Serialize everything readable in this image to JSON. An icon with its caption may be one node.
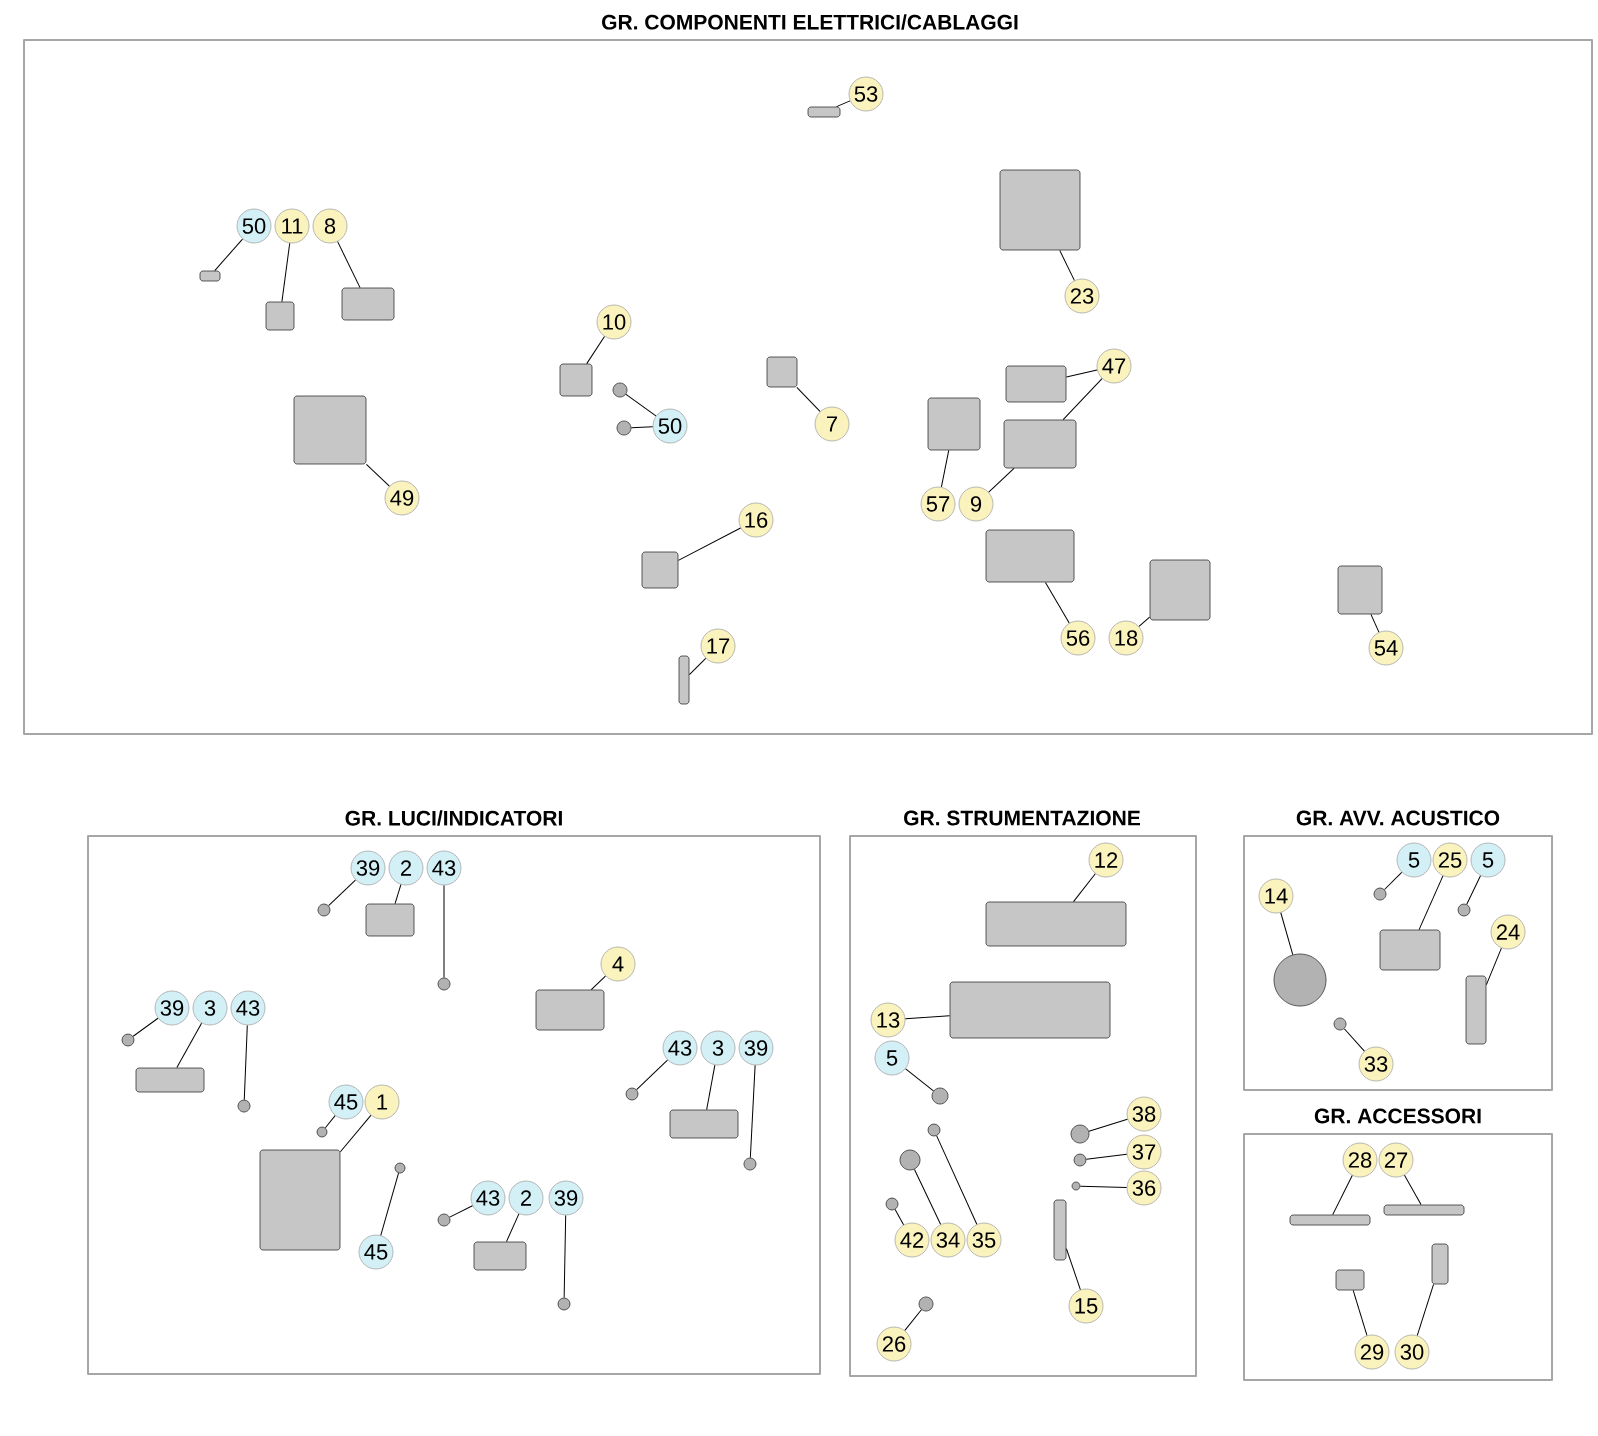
{
  "diagram": {
    "nodes": [
      {
        "text": [
          "GR. COMPONENTI ELETTRICI/CABLAGGI"
        ]
      },
      {
        "text": [
          "50"
        ],
        "in": 0
      },
      {
        "text": [
          "11"
        ],
        "in": 0
      },
      {
        "text": [
          "8"
        ],
        "in": 0
      },
      {
        "text": [
          "10"
        ],
        "in": 0
      },
      {
        "text": [
          "50"
        ],
        "in": 0
      },
      {
        "text": [
          "49"
        ],
        "in": 0
      },
      {
        "text": [
          "16"
        ],
        "in": 0
      },
      {
        "text": [
          "17"
        ],
        "in": 0
      },
      {
        "text": [
          "53"
        ],
        "in": 0
      },
      {
        "text": [
          "23"
        ],
        "in": 0
      },
      {
        "text": [
          "7"
        ],
        "in": 0
      },
      {
        "text": [
          "47"
        ],
        "in": 0
      },
      {
        "text": [
          "57"
        ],
        "in": 0
      },
      {
        "text": [
          "9"
        ],
        "in": 0
      },
      {
        "text": [
          "56"
        ],
        "in": 0
      },
      {
        "text": [
          "18"
        ],
        "in": 0
      },
      {
        "text": [
          "54"
        ],
        "in": 0
      },
      {
        "text": [
          "GR. LUCI/INDICATORI"
        ]
      },
      {
        "text": [
          "39"
        ],
        "in": 18
      },
      {
        "text": [
          "2"
        ],
        "in": 18
      },
      {
        "text": [
          "43"
        ],
        "in": 18
      },
      {
        "text": [
          "4"
        ],
        "in": 18
      },
      {
        "text": [
          "39"
        ],
        "in": 18
      },
      {
        "text": [
          "3"
        ],
        "in": 18
      },
      {
        "text": [
          "43"
        ],
        "in": 18
      },
      {
        "text": [
          "43"
        ],
        "in": 18
      },
      {
        "text": [
          "3"
        ],
        "in": 18
      },
      {
        "text": [
          "39"
        ],
        "in": 18
      },
      {
        "text": [
          "45"
        ],
        "in": 18
      },
      {
        "text": [
          "1"
        ],
        "in": 18
      },
      {
        "text": [
          "43"
        ],
        "in": 18
      },
      {
        "text": [
          "2"
        ],
        "in": 18
      },
      {
        "text": [
          "39"
        ],
        "in": 18
      },
      {
        "text": [
          "45"
        ],
        "in": 18
      },
      {
        "text": [
          "GR. STRUMENTAZIONE"
        ]
      },
      {
        "text": [
          "12"
        ],
        "in": 35
      },
      {
        "text": [
          "13"
        ],
        "in": 35
      },
      {
        "text": [
          "5"
        ],
        "in": 35
      },
      {
        "text": [
          "38"
        ],
        "in": 35
      },
      {
        "text": [
          "37"
        ],
        "in": 35
      },
      {
        "text": [
          "36"
        ],
        "in": 35
      },
      {
        "text": [
          "42"
        ],
        "in": 35
      },
      {
        "text": [
          "34"
        ],
        "in": 35
      },
      {
        "text": [
          "35"
        ],
        "in": 35
      },
      {
        "text": [
          "15"
        ],
        "in": 35
      },
      {
        "text": [
          "26"
        ],
        "in": 35
      },
      {
        "text": [
          "GR. AVV. ACUSTICO"
        ]
      },
      {
        "text": [
          "5"
        ],
        "in": 47
      },
      {
        "text": [
          "25"
        ],
        "in": 47
      },
      {
        "text": [
          "5"
        ],
        "in": 47
      },
      {
        "text": [
          "14"
        ],
        "in": 47
      },
      {
        "text": [
          "24"
        ],
        "in": 47
      },
      {
        "text": [
          "33"
        ],
        "in": 47
      },
      {
        "text": [
          "GR. ACCESSORI"
        ]
      },
      {
        "text": [
          "28"
        ],
        "in": 54
      },
      {
        "text": [
          "27"
        ],
        "in": 54
      },
      {
        "text": [
          "29"
        ],
        "in": 54
      },
      {
        "text": [
          "30"
        ],
        "in": 54
      },
      {
        "text": [],
        "shape": "box",
        "in": 0
      },
      {
        "text": [],
        "shape": "box",
        "in": 0
      },
      {
        "text": [],
        "shape": "box",
        "in": 0
      },
      {
        "text": [],
        "shape": "box",
        "in": 0
      },
      {
        "text": [],
        "shape": "circle",
        "in": 0
      },
      {
        "text": [],
        "shape": "circle",
        "in": 0
      },
      {
        "text": [],
        "shape": "box",
        "in": 0
      },
      {
        "text": [],
        "shape": "box",
        "in": 0
      },
      {
        "text": [],
        "shape": "box",
        "in": 0
      },
      {
        "text": [],
        "shape": "box",
        "in": 0
      },
      {
        "text": [],
        "shape": "box",
        "in": 0
      },
      {
        "text": [],
        "shape": "box",
        "in": 0
      },
      {
        "text": [],
        "shape": "box",
        "in": 0
      },
      {
        "text": [],
        "shape": "box",
        "in": 0
      },
      {
        "text": [],
        "shape": "box",
        "in": 0
      },
      {
        "text": [],
        "shape": "box",
        "in": 0
      },
      {
        "text": [],
        "shape": "box",
        "in": 0
      },
      {
        "text": [],
        "shape": "box",
        "in": 0
      },
      {
        "text": [],
        "shape": "circle",
        "in": 18
      },
      {
        "text": [],
        "shape": "box",
        "in": 18
      },
      {
        "text": [],
        "shape": "circle",
        "in": 18
      },
      {
        "text": [],
        "shape": "box",
        "in": 18
      },
      {
        "text": [],
        "shape": "circle",
        "in": 18
      },
      {
        "text": [],
        "shape": "box",
        "in": 18
      },
      {
        "text": [],
        "shape": "circle",
        "in": 18
      },
      {
        "text": [],
        "shape": "circle",
        "in": 18
      },
      {
        "text": [],
        "shape": "box",
        "in": 18
      },
      {
        "text": [],
        "shape": "circle",
        "in": 18
      },
      {
        "text": [],
        "shape": "circle",
        "in": 18
      },
      {
        "text": [],
        "shape": "box",
        "in": 18
      },
      {
        "text": [],
        "shape": "circle",
        "in": 18
      },
      {
        "text": [],
        "shape": "box",
        "in": 18
      },
      {
        "text": [],
        "shape": "circle",
        "in": 18
      },
      {
        "text": [],
        "shape": "circle",
        "in": 18
      },
      {
        "text": [],
        "shape": "box",
        "in": 35
      },
      {
        "text": [],
        "shape": "box",
        "in": 35
      },
      {
        "text": [],
        "shape": "circle",
        "in": 35
      },
      {
        "text": [],
        "shape": "circle",
        "in": 35
      },
      {
        "text": [],
        "shape": "circle",
        "in": 35
      },
      {
        "text": [],
        "shape": "circle",
        "in": 35
      },
      {
        "text": [],
        "shape": "circle",
        "in": 35
      },
      {
        "text": [],
        "shape": "circle",
        "in": 35
      },
      {
        "text": [],
        "shape": "circle",
        "in": 35
      },
      {
        "text": [],
        "shape": "box",
        "in": 35
      },
      {
        "text": [],
        "shape": "circle",
        "in": 35
      },
      {
        "text": [],
        "shape": "circle",
        "in": 47
      },
      {
        "text": [],
        "shape": "box",
        "in": 47
      },
      {
        "text": [],
        "shape": "circle",
        "in": 47
      },
      {
        "text": [],
        "shape": "circle",
        "in": 47
      },
      {
        "text": [],
        "shape": "box",
        "in": 47
      },
      {
        "text": [],
        "shape": "circle",
        "in": 47
      },
      {
        "text": [],
        "shape": "box",
        "in": 54
      },
      {
        "text": [],
        "shape": "box",
        "in": 54
      },
      {
        "text": [],
        "shape": "box",
        "in": 54
      },
      {
        "text": [],
        "shape": "box",
        "in": 54
      }
    ],
    "edges": [
      {
        "from": 1,
        "to": 59,
        "arrow": "none"
      },
      {
        "from": 2,
        "to": 60,
        "arrow": "none"
      },
      {
        "from": 3,
        "to": 61,
        "arrow": "none"
      },
      {
        "from": 4,
        "to": 62,
        "arrow": "none"
      },
      {
        "from": 5,
        "to": 63,
        "arrow": "none"
      },
      {
        "from": 5,
        "to": 64,
        "arrow": "none"
      },
      {
        "from": 6,
        "to": 65,
        "arrow": "none"
      },
      {
        "from": 7,
        "to": 66,
        "arrow": "none"
      },
      {
        "from": 8,
        "to": 67,
        "arrow": "none"
      },
      {
        "from": 9,
        "to": 68,
        "arrow": "none"
      },
      {
        "from": 10,
        "to": 69,
        "arrow": "none"
      },
      {
        "from": 11,
        "to": 70,
        "arrow": "none"
      },
      {
        "from": 12,
        "to": 71,
        "arrow": "none"
      },
      {
        "from": 12,
        "to": 72,
        "arrow": "none"
      },
      {
        "from": 13,
        "to": 73,
        "arrow": "none"
      },
      {
        "from": 14,
        "to": 72,
        "arrow": "none"
      },
      {
        "from": 15,
        "to": 74,
        "arrow": "none"
      },
      {
        "from": 16,
        "to": 75,
        "arrow": "none"
      },
      {
        "from": 17,
        "to": 76,
        "arrow": "none"
      },
      {
        "from": 19,
        "to": 77,
        "arrow": "none"
      },
      {
        "from": 20,
        "to": 78,
        "arrow": "none"
      },
      {
        "from": 21,
        "to": 79,
        "arrow": "none"
      },
      {
        "from": 22,
        "to": 80,
        "arrow": "none"
      },
      {
        "from": 23,
        "to": 81,
        "arrow": "none"
      },
      {
        "from": 24,
        "to": 82,
        "arrow": "none"
      },
      {
        "from": 25,
        "to": 83,
        "arrow": "none"
      },
      {
        "from": 26,
        "to": 84,
        "arrow": "none"
      },
      {
        "from": 27,
        "to": 85,
        "arrow": "none"
      },
      {
        "from": 28,
        "to": 86,
        "arrow": "none"
      },
      {
        "from": 29,
        "to": 87,
        "arrow": "none"
      },
      {
        "from": 30,
        "to": 88,
        "arrow": "none"
      },
      {
        "from": 31,
        "to": 89,
        "arrow": "none"
      },
      {
        "from": 32,
        "to": 90,
        "arrow": "none"
      },
      {
        "from": 33,
        "to": 91,
        "arrow": "none"
      },
      {
        "from": 34,
        "to": 92,
        "arrow": "none"
      },
      {
        "from": 36,
        "to": 93,
        "arrow": "none"
      },
      {
        "from": 37,
        "to": 94,
        "arrow": "none"
      },
      {
        "from": 38,
        "to": 95,
        "arrow": "none"
      },
      {
        "from": 39,
        "to": 96,
        "arrow": "none"
      },
      {
        "from": 40,
        "to": 97,
        "arrow": "none"
      },
      {
        "from": 41,
        "to": 98,
        "arrow": "none"
      },
      {
        "from": 42,
        "to": 99,
        "arrow": "none"
      },
      {
        "from": 43,
        "to": 100,
        "arrow": "none"
      },
      {
        "from": 44,
        "to": 101,
        "arrow": "none"
      },
      {
        "from": 45,
        "to": 102,
        "arrow": "none"
      },
      {
        "from": 46,
        "to": 103,
        "arrow": "none"
      },
      {
        "from": 48,
        "to": 104,
        "arrow": "none"
      },
      {
        "from": 49,
        "to": 105,
        "arrow": "none"
      },
      {
        "from": 50,
        "to": 106,
        "arrow": "none"
      },
      {
        "from": 51,
        "to": 107,
        "arrow": "none"
      },
      {
        "from": 52,
        "to": 108,
        "arrow": "none"
      },
      {
        "from": 53,
        "to": 109,
        "arrow": "none"
      },
      {
        "from": 55,
        "to": 110,
        "arrow": "none"
      },
      {
        "from": 56,
        "to": 111,
        "arrow": "none"
      },
      {
        "from": 57,
        "to": 112,
        "arrow": "none"
      },
      {
        "from": 58,
        "to": 113,
        "arrow": "none"
      }
    ]
  }
}
